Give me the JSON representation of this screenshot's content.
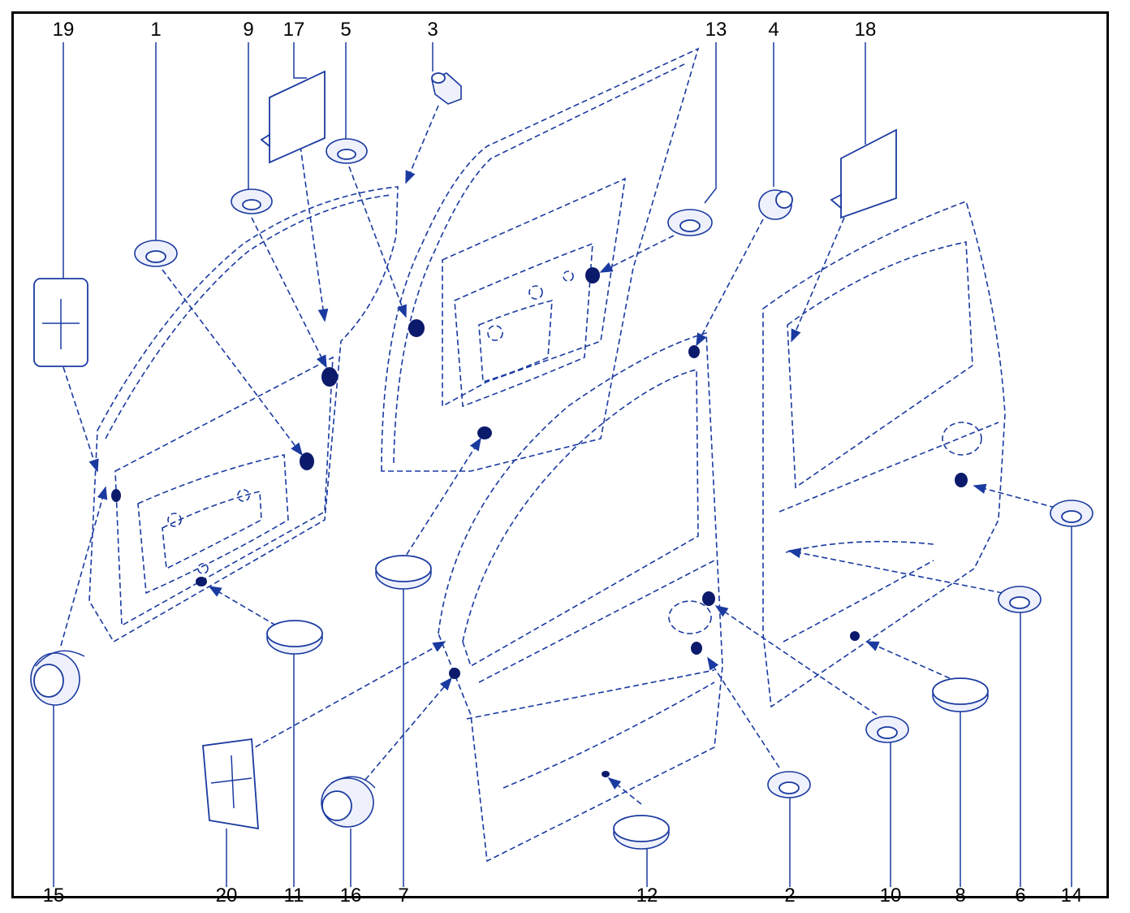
{
  "labels": {
    "top": [
      "19",
      "1",
      "9",
      "17",
      "5",
      "3",
      "13",
      "4",
      "18"
    ],
    "bottom": [
      "15",
      "20",
      "11",
      "16",
      "7",
      "12",
      "2",
      "10",
      "8",
      "6",
      "14"
    ]
  },
  "colors": {
    "line": "#1a3aa0",
    "hole": "#0c1a6b",
    "frame": "#000000",
    "text": "#000000"
  }
}
